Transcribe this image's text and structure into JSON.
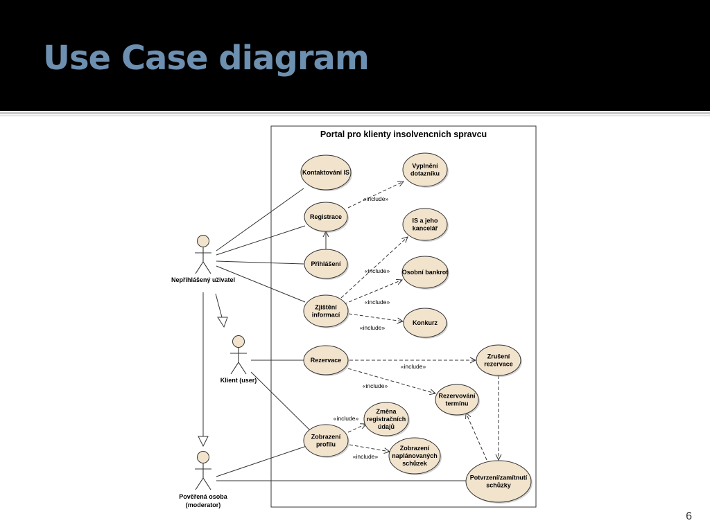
{
  "slide": {
    "title": "Use Case diagram",
    "page_number": "6"
  },
  "diagram": {
    "system_title": "Portal pro klienty insolvencnich spravcu",
    "include_label": "«include»",
    "actors": [
      {
        "id": "neprihlaseny",
        "lines": [
          "Nepřihlášený uživatel"
        ]
      },
      {
        "id": "klient",
        "lines": [
          "Klient (user)"
        ]
      },
      {
        "id": "poverena",
        "lines": [
          "Pověřená osoba",
          "(moderator)"
        ]
      }
    ],
    "use_cases": [
      {
        "id": "kontaktovani",
        "lines": [
          "Kontaktování IS"
        ]
      },
      {
        "id": "vyplneni",
        "lines": [
          "Vyplnění",
          "dotazníku"
        ]
      },
      {
        "id": "registrace",
        "lines": [
          "Registrace"
        ]
      },
      {
        "id": "is_kancelar",
        "lines": [
          "IS a jeho",
          "kancelář"
        ]
      },
      {
        "id": "prihlaseni",
        "lines": [
          "Přihlášení"
        ]
      },
      {
        "id": "osobni_bankrot",
        "lines": [
          "Osobní bankrot"
        ]
      },
      {
        "id": "zjisteni",
        "lines": [
          "Zjištění",
          "informací"
        ]
      },
      {
        "id": "konkurz",
        "lines": [
          "Konkurz"
        ]
      },
      {
        "id": "rezervace",
        "lines": [
          "Rezervace"
        ]
      },
      {
        "id": "zruseni",
        "lines": [
          "Zrušení",
          "rezervace"
        ]
      },
      {
        "id": "rezervovani",
        "lines": [
          "Rezervování",
          "termínu"
        ]
      },
      {
        "id": "zmena",
        "lines": [
          "Změna",
          "registračních",
          "údajů"
        ]
      },
      {
        "id": "zobrazeni_profilu",
        "lines": [
          "Zobrazení",
          "profilu"
        ]
      },
      {
        "id": "zobrazeni_schuzek",
        "lines": [
          "Zobrazení",
          "naplánovaných",
          "schůzek"
        ]
      },
      {
        "id": "potvrzeni",
        "lines": [
          "Potvrzení/zamítnutí",
          "schůzky"
        ]
      }
    ]
  }
}
